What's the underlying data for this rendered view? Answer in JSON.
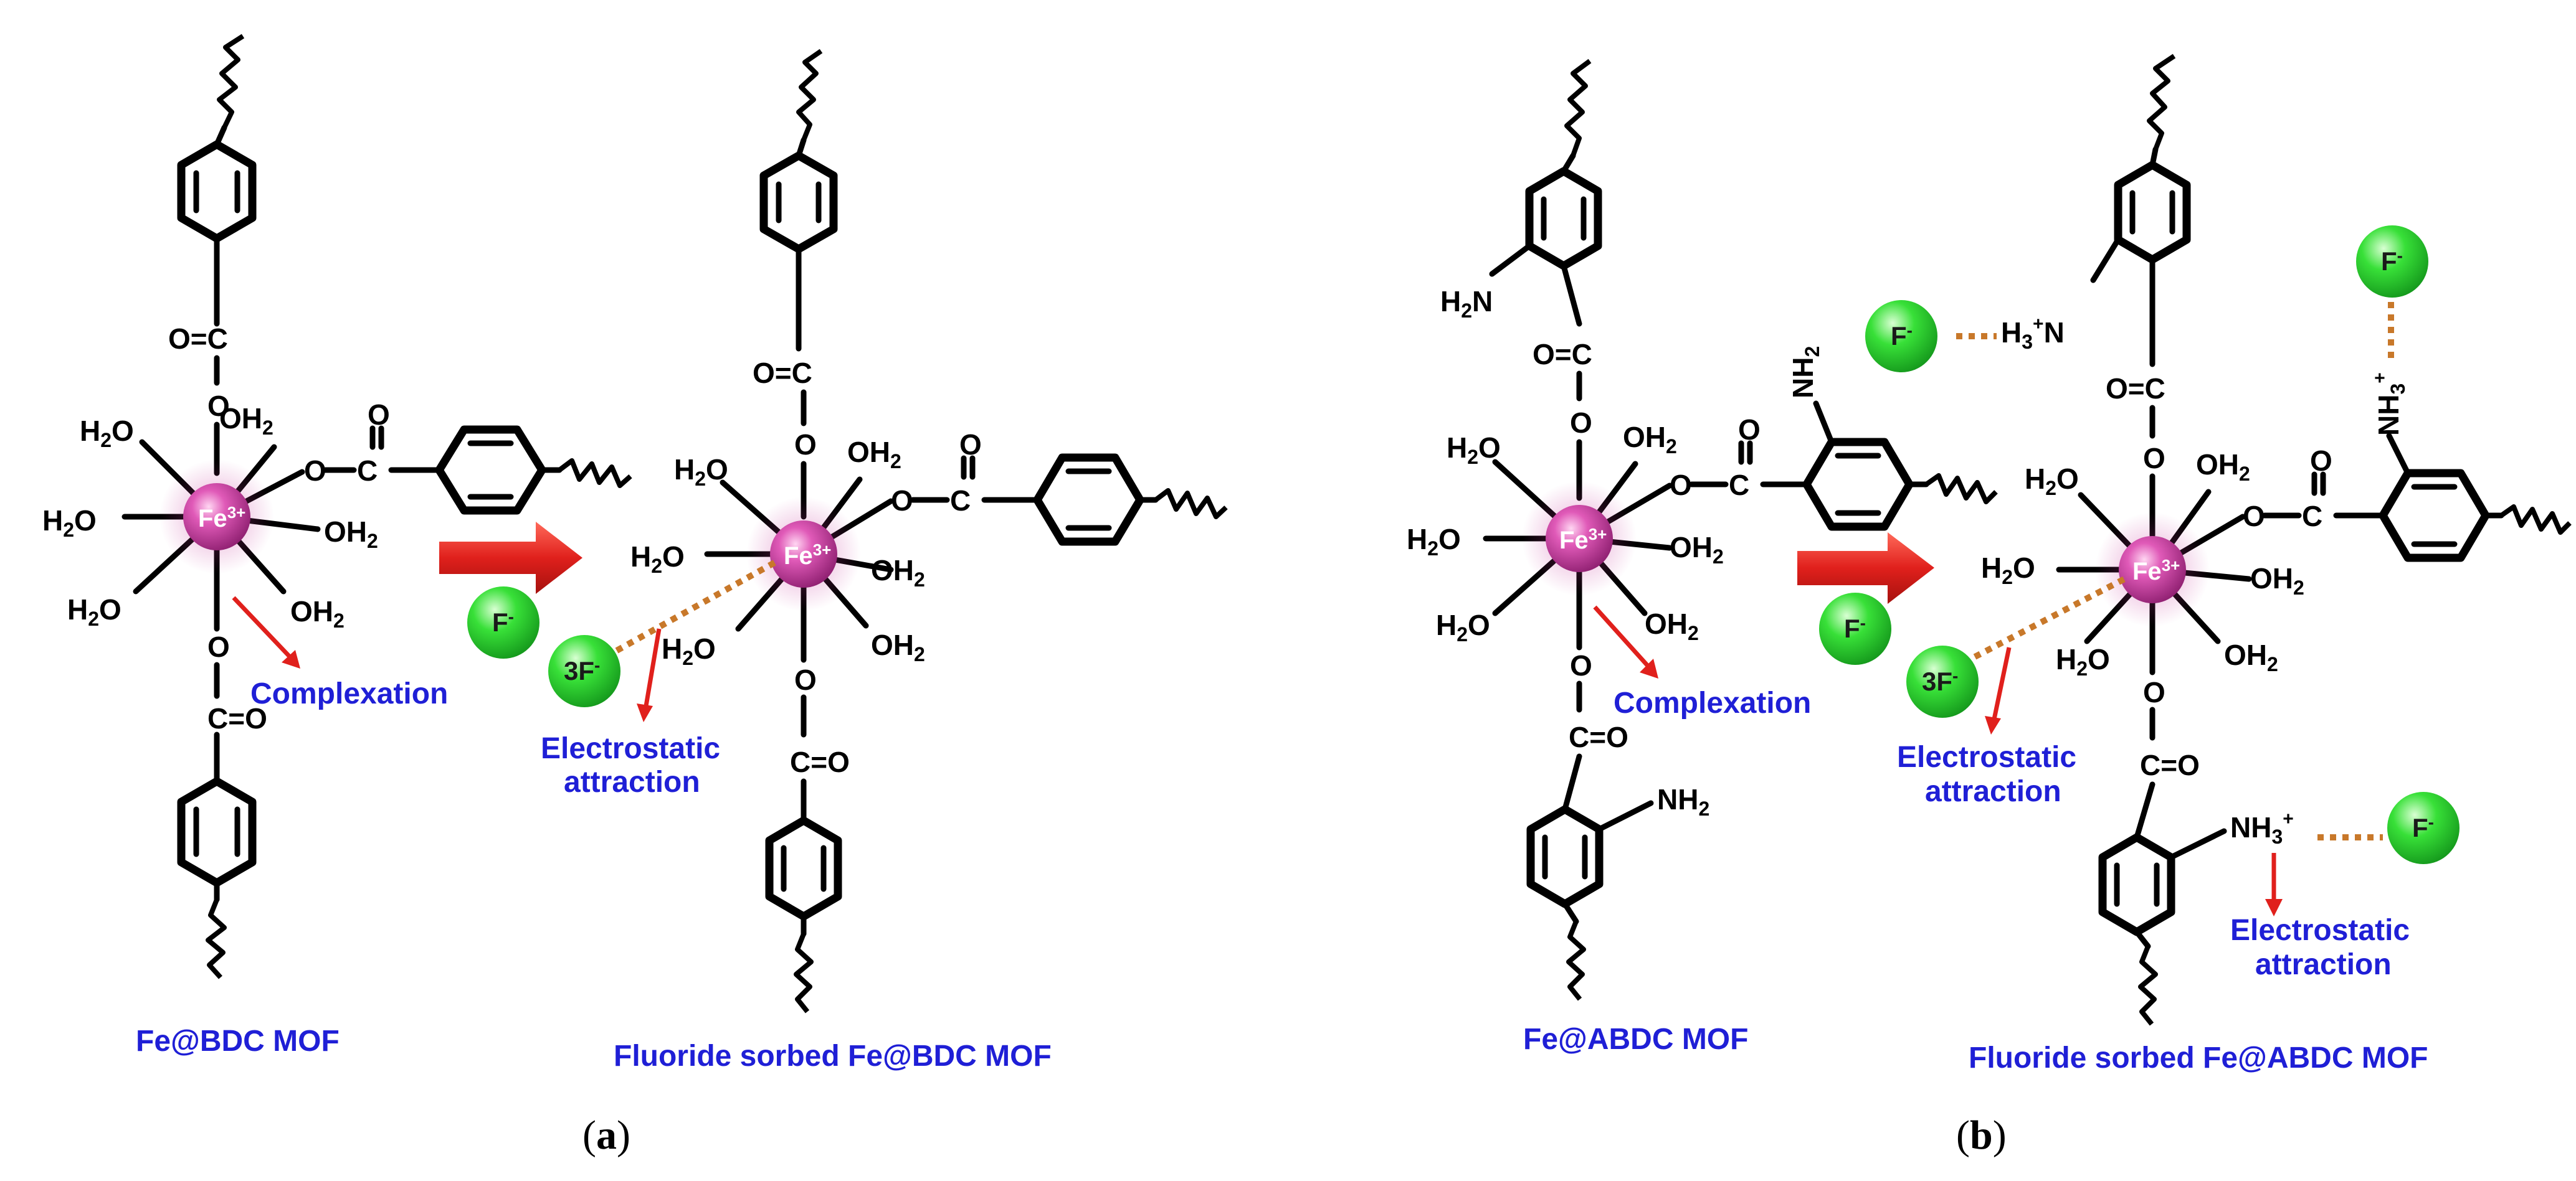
{
  "colors": {
    "fe_sphere": "#c83a9c",
    "fluoride_sphere": "#2fd12f",
    "label_blue": "#1f1fd6",
    "arrow_red": "#e0201c",
    "dotted_orange": "#c8782a"
  },
  "atoms": {
    "fe": "Fe",
    "fe_charge": "3+",
    "h2o": "H",
    "h2o_sub": "2",
    "h2o_tail": "O",
    "oh2_head": "OH",
    "oh2_sub": "2",
    "o": "O",
    "c": "C",
    "eq": "=",
    "nh2_head": "NH",
    "nh2_sub": "2",
    "h2n_head": "H",
    "h2n_sub": "2",
    "h2n_tail": "N",
    "h3n_head": "H",
    "h3n_sub": "3",
    "h3n_sup": "+",
    "h3n_tail": "N",
    "nh3_head": "NH",
    "nh3_sub": "3",
    "nh3_sup": "+",
    "f": "F",
    "f_charge": "-",
    "three_f": "3F"
  },
  "labels": {
    "complexation": "Complexation",
    "electrostatic": "Electrostatic",
    "attraction": "attraction"
  },
  "panel_a": {
    "left_title": "Fe@BDC MOF",
    "right_title": "Fluoride sorbed Fe@BDC MOF",
    "caption_open": "(",
    "caption_letter": "a",
    "caption_close": ")"
  },
  "panel_b": {
    "left_title": "Fe@ABDC MOF",
    "right_title": "Fluoride sorbed Fe@ABDC MOF",
    "caption_open": "(",
    "caption_letter": "b",
    "caption_close": ")"
  }
}
